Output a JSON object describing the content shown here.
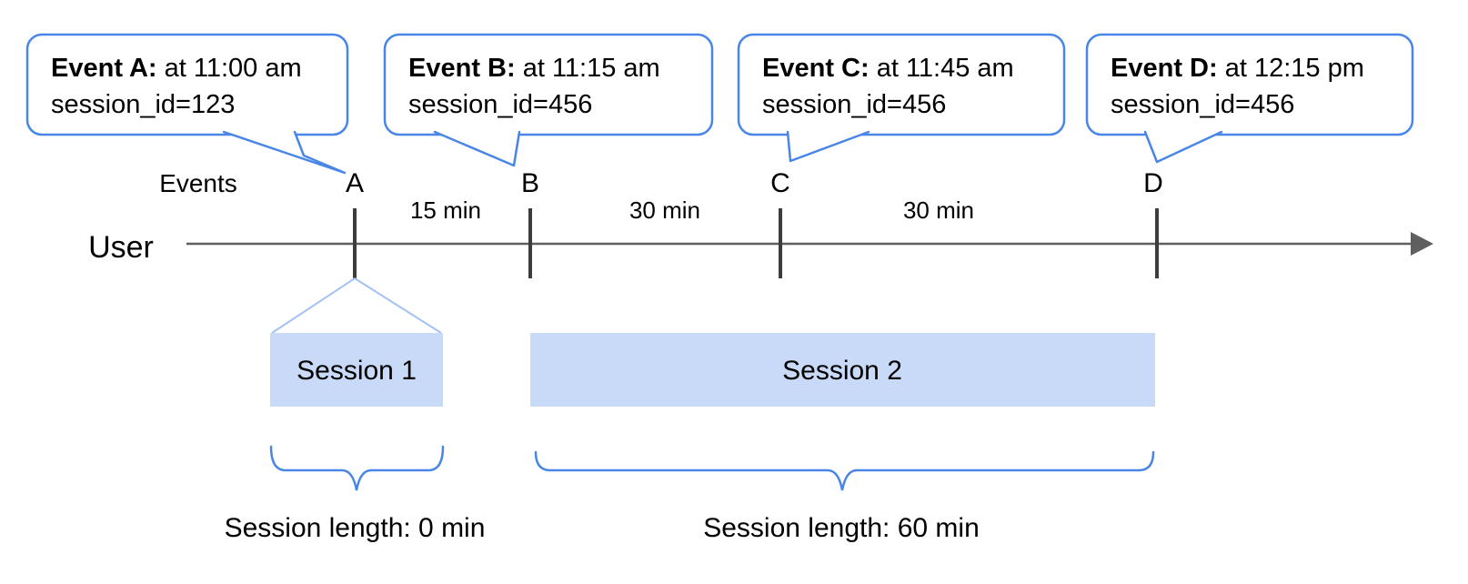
{
  "colors": {
    "callout_border": "#4a86e8",
    "session_fill": "#c9daf8",
    "funnel_line": "#a4c2f4",
    "timeline_line": "#5f5f5f",
    "tick": "#3d3d3d",
    "text": "#000000"
  },
  "events": [
    {
      "letter": "A",
      "title": "Event A:",
      "time": " at 11:00 am",
      "session_id": "session_id=123"
    },
    {
      "letter": "B",
      "title": "Event B:",
      "time": " at 11:15 am",
      "session_id": "session_id=456"
    },
    {
      "letter": "C",
      "title": "Event C:",
      "time": " at 11:45 am",
      "session_id": "session_id=456"
    },
    {
      "letter": "D",
      "title": "Event D:",
      "time": " at 12:15 pm",
      "session_id": "session_id=456"
    }
  ],
  "timeline": {
    "events_label": "Events",
    "user_label": "User",
    "intervals": [
      {
        "label": "15 min"
      },
      {
        "label": "30 min"
      },
      {
        "label": "30 min"
      }
    ]
  },
  "sessions": [
    {
      "label": "Session 1",
      "length_label": "Session length: 0 min"
    },
    {
      "label": "Session 2",
      "length_label": "Session length: 60 min"
    }
  ]
}
